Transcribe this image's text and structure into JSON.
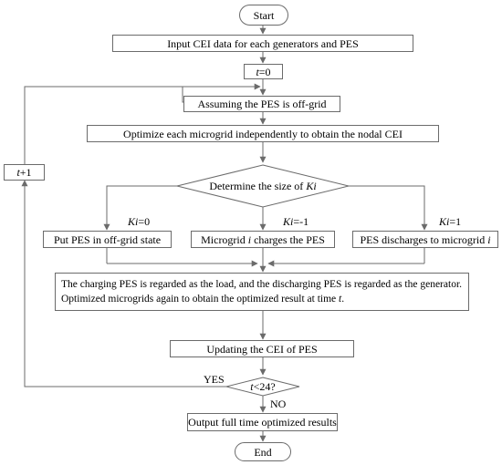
{
  "nodes": {
    "start": "Start",
    "input": "Input  CEI data for each generators and PES",
    "t0": {
      "var": "t",
      "rest": "=0"
    },
    "assume": "Assuming the PES is off-grid",
    "optimize": "Optimize each microgrid independently to obtain the nodal CEI",
    "decision": {
      "text": "Determine the size of ",
      "var": "Ki"
    },
    "offgrid": "Put PES in off-grid state",
    "charge": {
      "pre": "Microgrid ",
      "var": "i",
      "post": " charges the PES"
    },
    "discharge": {
      "pre": "PES discharges to microgrid ",
      "var": "i"
    },
    "regard": {
      "line1": "The charging PES is regarded as the load, and the discharging PES is regarded as the generator.",
      "line2_pre": "Optimized microgrids again to obtain the optimized result at time ",
      "line2_var": "t",
      "line2_post": "."
    },
    "update": "Updating the CEI of PES",
    "check": {
      "var": "t",
      "rest": "<24?"
    },
    "output": "Output full time optimized results",
    "end": "End",
    "increment": {
      "var": "t",
      "rest": "+1"
    }
  },
  "branch_labels": {
    "k0": {
      "var": "Ki",
      "rest": "=0"
    },
    "km1": {
      "var": "Ki",
      "rest": "=-1"
    },
    "k1": {
      "var": "Ki",
      "rest": "=1"
    },
    "yes": "YES",
    "no": "NO"
  },
  "colors": {
    "line": "#6b6b6b",
    "text": "#000000",
    "background": "#ffffff"
  }
}
